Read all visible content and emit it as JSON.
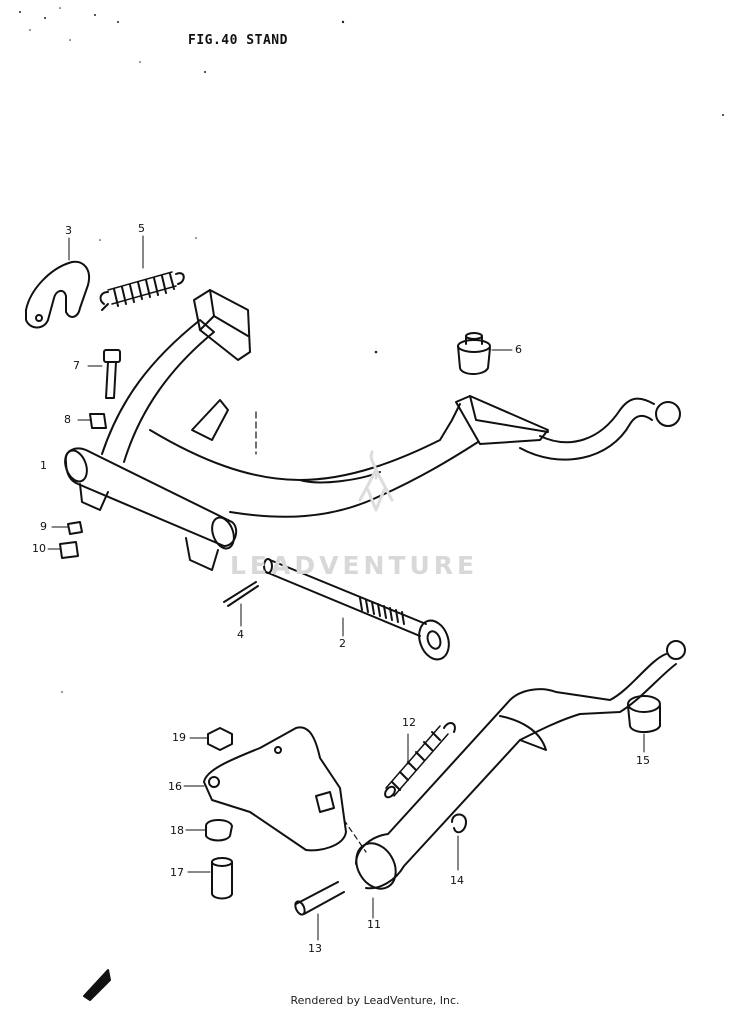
{
  "figure": {
    "title": "FIG.40 STAND"
  },
  "watermark": {
    "text": "LEADVENTURE"
  },
  "footer": {
    "text": "Rendered by LeadVenture, Inc."
  },
  "callouts": [
    {
      "id": "c1",
      "label": "1"
    },
    {
      "id": "c2",
      "label": "2"
    },
    {
      "id": "c3",
      "label": "3"
    },
    {
      "id": "c4",
      "label": "4"
    },
    {
      "id": "c5",
      "label": "5"
    },
    {
      "id": "c6",
      "label": "6"
    },
    {
      "id": "c7",
      "label": "7"
    },
    {
      "id": "c8",
      "label": "8"
    },
    {
      "id": "c9",
      "label": "9"
    },
    {
      "id": "c10",
      "label": "10"
    },
    {
      "id": "c11",
      "label": "11"
    },
    {
      "id": "c12",
      "label": "12"
    },
    {
      "id": "c13",
      "label": "13"
    },
    {
      "id": "c14",
      "label": "14"
    },
    {
      "id": "c15",
      "label": "15"
    },
    {
      "id": "c16",
      "label": "16"
    },
    {
      "id": "c17",
      "label": "17"
    },
    {
      "id": "c18",
      "label": "18"
    },
    {
      "id": "c19",
      "label": "19"
    }
  ],
  "colors": {
    "line": "#111111",
    "watermark": "#d8d8d8",
    "background": "#ffffff"
  }
}
